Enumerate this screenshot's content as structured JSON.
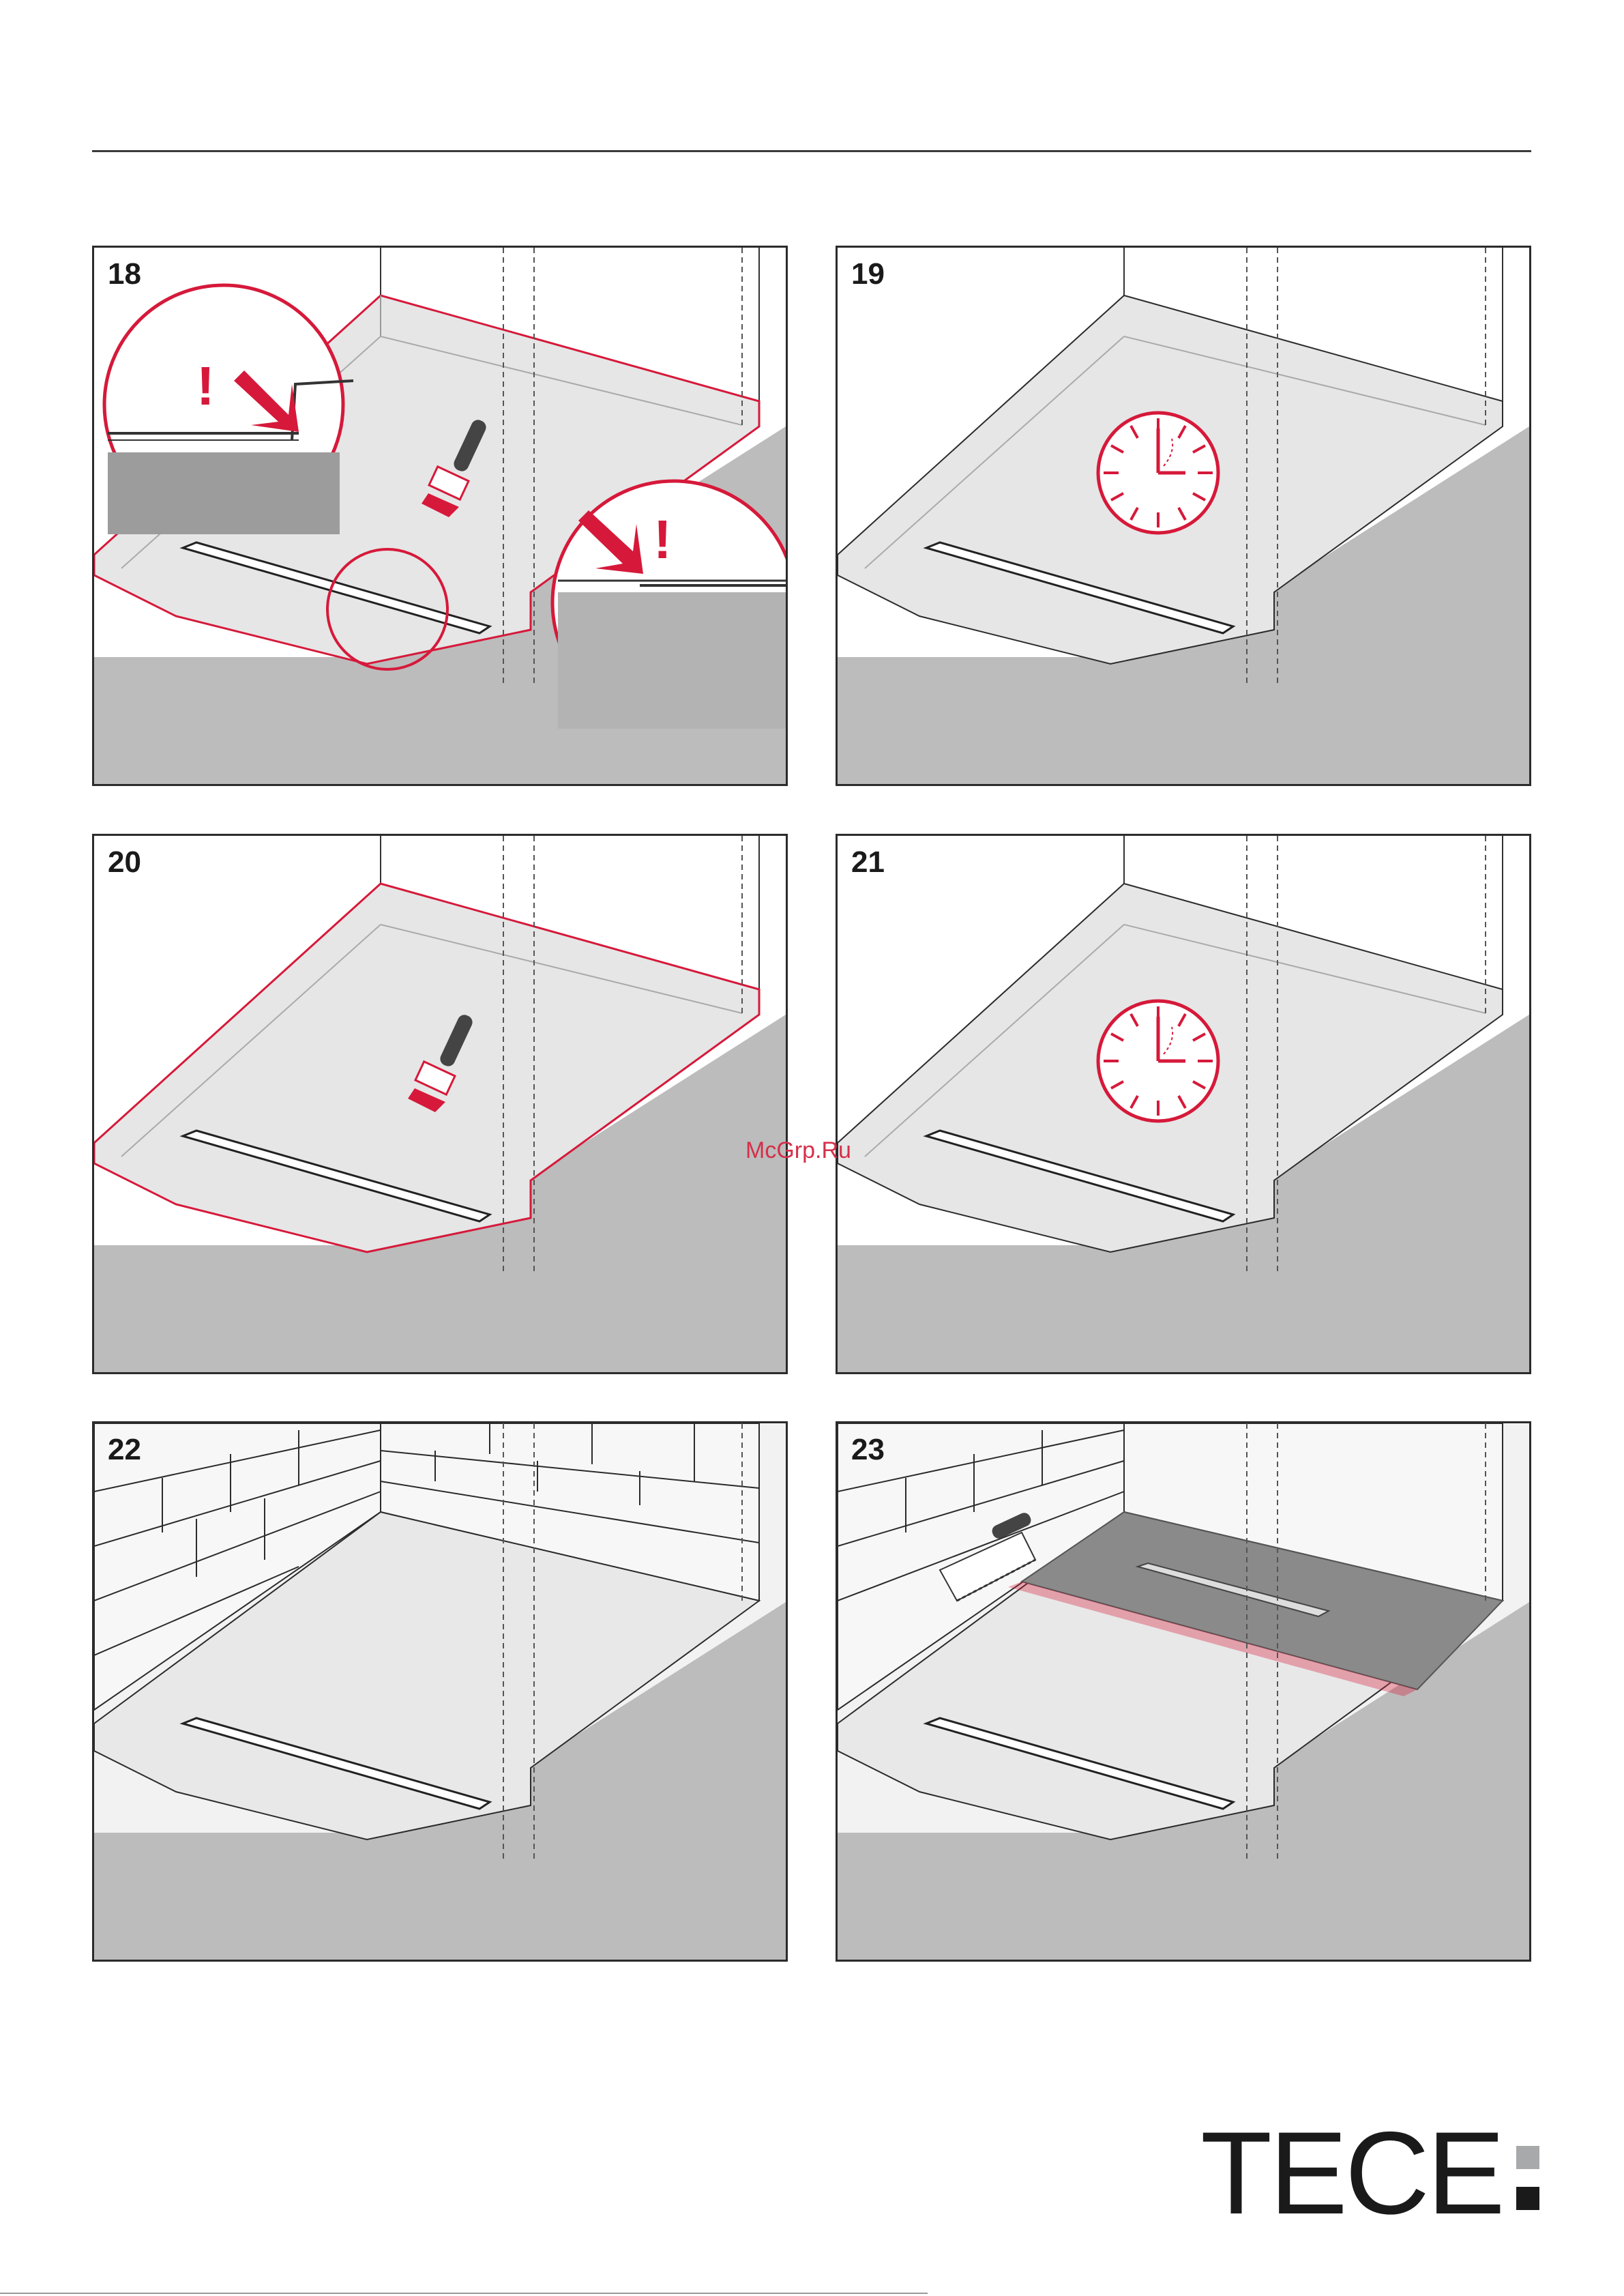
{
  "steps": [
    {
      "number": "18",
      "marks": [
        "!",
        "!"
      ],
      "tool": "brush-icon",
      "overlay": "detail-magnifier"
    },
    {
      "number": "19",
      "tool": "clock-icon"
    },
    {
      "number": "20",
      "tool": "brush-icon"
    },
    {
      "number": "21",
      "tool": "clock-icon"
    },
    {
      "number": "22"
    },
    {
      "number": "23",
      "tool": "trowel-icon"
    }
  ],
  "watermark": "McGrp.Ru",
  "logo": {
    "text": "TECE"
  },
  "colors": {
    "accent": "#d6193a",
    "floor": "#bcbcbc",
    "membrane": "#e6e6e6",
    "line": "#2b2b2b",
    "logo_gray": "#a7a9ab"
  }
}
